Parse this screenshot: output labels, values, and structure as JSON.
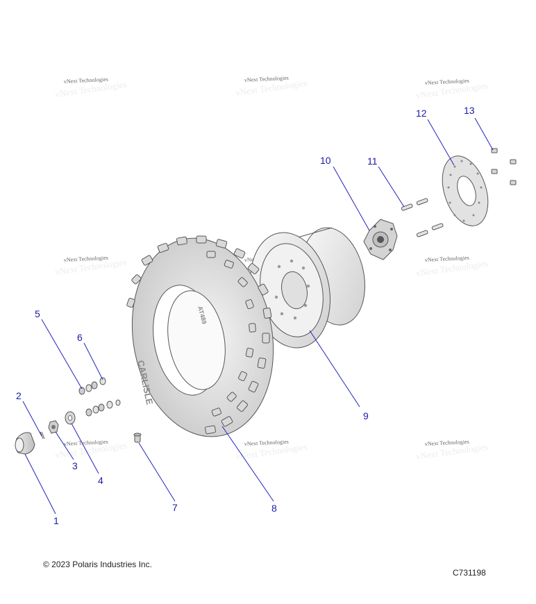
{
  "watermark": "vNext Technologies",
  "callouts": [
    "1",
    "2",
    "3",
    "4",
    "5",
    "6",
    "7",
    "8",
    "9",
    "10",
    "11",
    "12",
    "13"
  ],
  "tire_text": {
    "brand": "CARLISLE",
    "model": "AT489"
  },
  "footer": {
    "copyright": "© 2023 Polaris Industries Inc.",
    "drawing_code": "C731198"
  },
  "colors": {
    "callout": "#1a1aa6",
    "leader": "#2222bb",
    "line_art": "#555555"
  }
}
